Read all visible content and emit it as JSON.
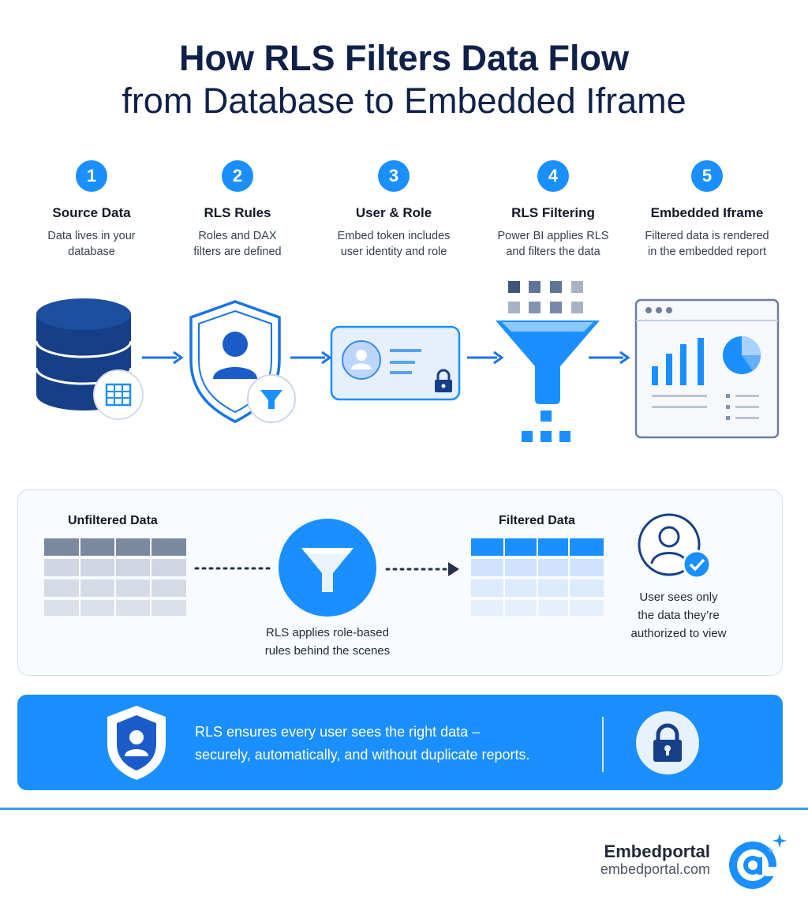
{
  "title": {
    "line1": "How RLS Filters Data Flow",
    "line2": "from Database to Embedded Iframe"
  },
  "steps": [
    {
      "number": "1",
      "title": "Source Data",
      "desc_line1": "Data lives in your",
      "desc_line2": "database"
    },
    {
      "number": "2",
      "title": "RLS Rules",
      "desc_line1": "Roles and DAX",
      "desc_line2": "filters are defined"
    },
    {
      "number": "3",
      "title": "User & Role",
      "desc_line1": "Embed token includes",
      "desc_line2": "user identity and role"
    },
    {
      "number": "4",
      "title": "RLS Filtering",
      "desc_line1": "Power BI applies RLS",
      "desc_line2": "and filters the data"
    },
    {
      "number": "5",
      "title": "Embedded Iframe",
      "desc_line1": "Filtered data is rendered",
      "desc_line2": "in the embedded report"
    }
  ],
  "comparison": {
    "unfiltered_label": "Unfiltered Data",
    "filtered_label": "Filtered Data",
    "filter_caption_line1": "RLS applies role-based",
    "filter_caption_line2": "rules behind the scenes",
    "user_caption_line1": "User sees only",
    "user_caption_line2": "the data they’re",
    "user_caption_line3": "authorized to view"
  },
  "banner": {
    "line1": "RLS ensures every user sees the right data –",
    "line2": "securely, automatically, and without duplicate reports."
  },
  "footer": {
    "brand_name": "Embedportal",
    "brand_url": "embedportal.com"
  },
  "icons": {
    "database": "database-icon",
    "shield": "shield-user-icon",
    "id_card": "id-card-icon",
    "funnel": "funnel-icon",
    "report": "report-window-icon",
    "user_check": "user-check-icon",
    "lock": "lock-icon",
    "logo": "at-sign-logo"
  },
  "colors": {
    "primary": "#1a8fff",
    "navy": "#0f2148",
    "dark_blue": "#163f87"
  }
}
